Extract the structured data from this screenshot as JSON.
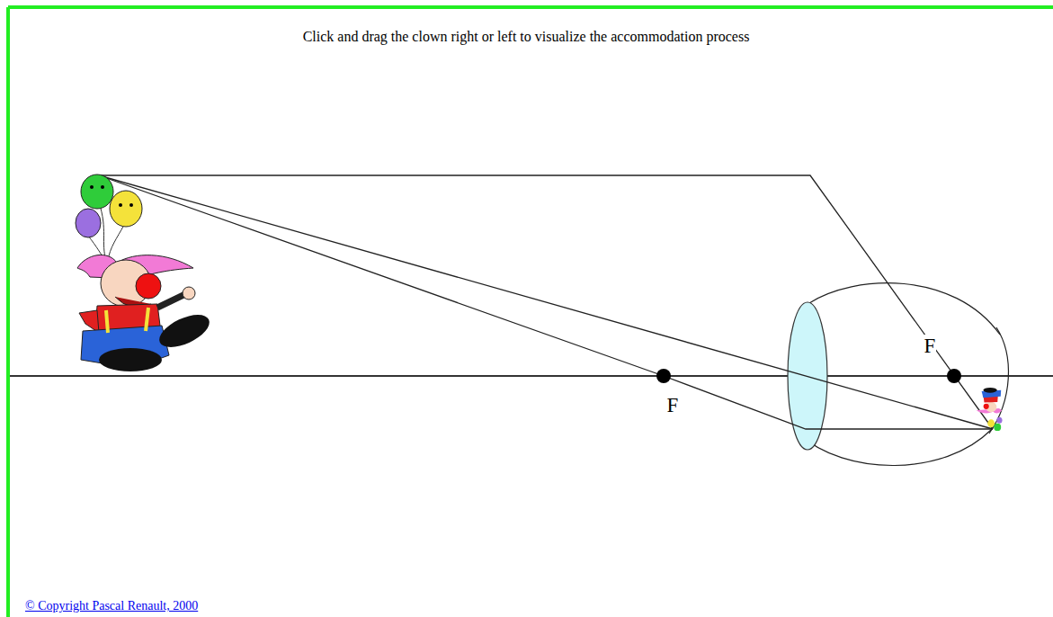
{
  "diagram": {
    "title": "Click and drag the clown right or left to visualize the accommodation process",
    "caption": "© Copyright Pascal Renault, 2000",
    "labels": [
      "F",
      "F"
    ]
  }
}
